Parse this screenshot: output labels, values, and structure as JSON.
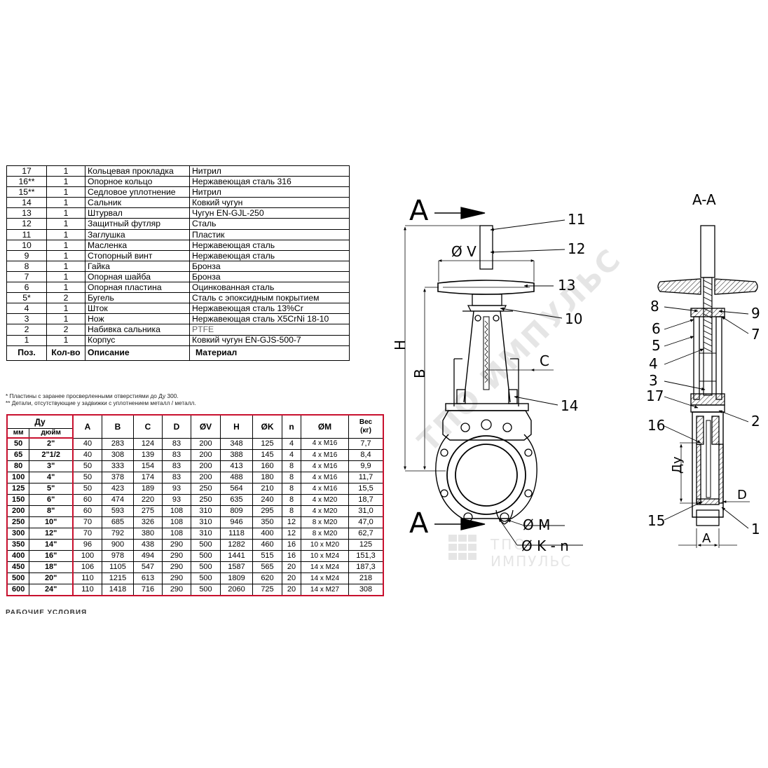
{
  "parts_table": {
    "rows": [
      {
        "pos": "17",
        "qty": "1",
        "desc": "Кольцевая прокладка",
        "material": "Нитрил"
      },
      {
        "pos": "16**",
        "qty": "1",
        "desc": "Опорное кольцо",
        "material": "Нержавеющая сталь 316"
      },
      {
        "pos": "15**",
        "qty": "1",
        "desc": "Седловое уплотнение",
        "material": "Нитрил"
      },
      {
        "pos": "14",
        "qty": "1",
        "desc": "Сальник",
        "material": "Ковкий чугун"
      },
      {
        "pos": "13",
        "qty": "1",
        "desc": "Штурвал",
        "material": "Чугун EN-GJL-250"
      },
      {
        "pos": "12",
        "qty": "1",
        "desc": "Защитный футляр",
        "material": "Сталь"
      },
      {
        "pos": "11",
        "qty": "1",
        "desc": "Заглушка",
        "material": "Пластик"
      },
      {
        "pos": "10",
        "qty": "1",
        "desc": "Масленка",
        "material": "Нержавеющая сталь"
      },
      {
        "pos": "9",
        "qty": "1",
        "desc": "Стопорный винт",
        "material": "Нержавеющая сталь"
      },
      {
        "pos": "8",
        "qty": "1",
        "desc": "Гайка",
        "material": "Бронза"
      },
      {
        "pos": "7",
        "qty": "1",
        "desc": "Опорная шайба",
        "material": "Бронза"
      },
      {
        "pos": "6",
        "qty": "1",
        "desc": "Опорная пластина",
        "material": "Оцинкованная сталь"
      },
      {
        "pos": "5*",
        "qty": "2",
        "desc": "Бугель",
        "material": "Сталь с эпоксидным покрытием"
      },
      {
        "pos": "4",
        "qty": "1",
        "desc": "Шток",
        "material": "Нержавеющая сталь 13%Cr"
      },
      {
        "pos": "3",
        "qty": "1",
        "desc": "Нож",
        "material": "Нержавеющая сталь X5CrNi 18-10"
      },
      {
        "pos": "2",
        "qty": "2",
        "desc": "Набивка сальника",
        "material": "PTFE"
      },
      {
        "pos": "1",
        "qty": "1",
        "desc": "Корпус",
        "material": "Ковкий чугун EN-GJS-500-7"
      }
    ],
    "header": {
      "pos": "Поз.",
      "qty": "Кол-во",
      "desc": "Описание",
      "material": "Материал"
    }
  },
  "notes": {
    "note1": "* Пластины с заранее просверленными отверстиями до Ду 300.",
    "note2": "** Детали, отсутствующие у задвижки с уплотнением металл / металл."
  },
  "dims_table": {
    "header": {
      "du": "Ду",
      "mm": "мм",
      "inch": "дюйм",
      "a": "A",
      "b": "B",
      "c": "C",
      "d": "D",
      "v": "ØV",
      "h": "H",
      "k": "ØK",
      "n": "n",
      "m": "ØM",
      "w1": "Вес",
      "w2": "(кг)"
    },
    "rows": [
      [
        "50",
        "2\"",
        "40",
        "283",
        "124",
        "83",
        "200",
        "348",
        "125",
        "4",
        "4 x M16",
        "7,7"
      ],
      [
        "65",
        "2\"1/2",
        "40",
        "308",
        "139",
        "83",
        "200",
        "388",
        "145",
        "4",
        "4 x M16",
        "8,4"
      ],
      [
        "80",
        "3\"",
        "50",
        "333",
        "154",
        "83",
        "200",
        "413",
        "160",
        "8",
        "4 x M16",
        "9,9"
      ],
      [
        "100",
        "4\"",
        "50",
        "378",
        "174",
        "83",
        "200",
        "488",
        "180",
        "8",
        "4 x M16",
        "11,7"
      ],
      [
        "125",
        "5\"",
        "50",
        "423",
        "189",
        "93",
        "250",
        "564",
        "210",
        "8",
        "4 x M16",
        "15,5"
      ],
      [
        "150",
        "6\"",
        "60",
        "474",
        "220",
        "93",
        "250",
        "635",
        "240",
        "8",
        "4 x M20",
        "18,7"
      ],
      [
        "200",
        "8\"",
        "60",
        "593",
        "275",
        "108",
        "310",
        "809",
        "295",
        "8",
        "4 x M20",
        "31,0"
      ],
      [
        "250",
        "10\"",
        "70",
        "685",
        "326",
        "108",
        "310",
        "946",
        "350",
        "12",
        "8 x M20",
        "47,0"
      ],
      [
        "300",
        "12\"",
        "70",
        "792",
        "380",
        "108",
        "310",
        "1118",
        "400",
        "12",
        "8 x M20",
        "62,7"
      ],
      [
        "350",
        "14\"",
        "96",
        "900",
        "438",
        "290",
        "500",
        "1282",
        "460",
        "16",
        "10 x M20",
        "125"
      ],
      [
        "400",
        "16\"",
        "100",
        "978",
        "494",
        "290",
        "500",
        "1441",
        "515",
        "16",
        "10 x M24",
        "151,3"
      ],
      [
        "450",
        "18\"",
        "106",
        "1105",
        "547",
        "290",
        "500",
        "1587",
        "565",
        "20",
        "14 x M24",
        "187,3"
      ],
      [
        "500",
        "20\"",
        "110",
        "1215",
        "613",
        "290",
        "500",
        "1809",
        "620",
        "20",
        "14 x M24",
        "218"
      ],
      [
        "600",
        "24\"",
        "110",
        "1418",
        "716",
        "290",
        "500",
        "2060",
        "725",
        "20",
        "14 x M27",
        "308"
      ]
    ]
  },
  "truncated_heading": "РАБОЧИЕ УСЛОВИЯ",
  "drawing": {
    "front": {
      "section_a": "A",
      "callouts": [
        "11",
        "12",
        "13",
        "10",
        "14"
      ],
      "dims": {
        "v": "Ø V",
        "h": "H",
        "b": "B",
        "c": "C",
        "m": "Ø M",
        "kn": "Ø K - n"
      }
    },
    "section": {
      "title": "A-A",
      "callouts_left": [
        "8",
        "6",
        "5",
        "4",
        "3",
        "17",
        "16",
        "15"
      ],
      "callouts_right": [
        "9",
        "7",
        "2",
        "1"
      ],
      "dims": {
        "du": "Ду",
        "d": "D",
        "a": "A"
      }
    }
  },
  "watermark": {
    "line1": "ТПО",
    "line2": "ИМПУЛЬС",
    "diagonal": "ТПО ИМПУЛЬС"
  }
}
